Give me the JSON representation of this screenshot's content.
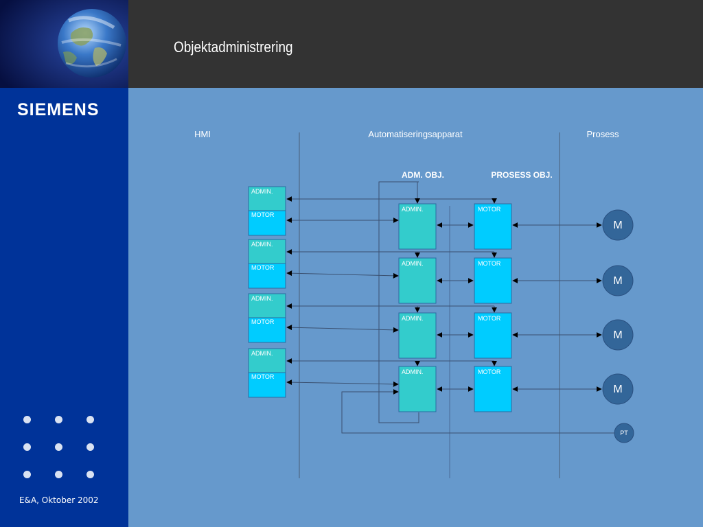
{
  "slide": {
    "title": "Objektadministrering",
    "logo": "SIEMENS",
    "footer": "E&A, Oktober 2002",
    "colors": {
      "background": "#6699cc",
      "sidebar": "#003399",
      "topbar": "#333333",
      "admin_block": "#33cccc",
      "motor_block": "#00ccff",
      "motor_circle": "#336699"
    }
  },
  "diagram": {
    "columns": {
      "hmi": "HMI",
      "automation": "Automatiseringsapparat",
      "process": "Prosess"
    },
    "headers": {
      "adm_obj": "ADM. OBJ.",
      "prosess_obj": "PROSESS OBJ."
    },
    "block_labels": {
      "admin": "ADMIN.",
      "motor": "MOTOR"
    },
    "motor_symbol": "M",
    "transmitter_label": "PT",
    "motor_count": 4
  }
}
